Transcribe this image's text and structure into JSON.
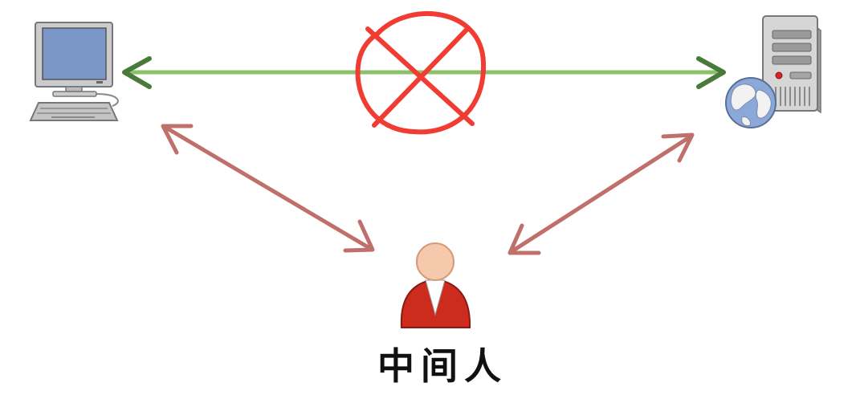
{
  "diagram": {
    "nodes": {
      "client": {
        "icon": "desktop-computer-icon"
      },
      "server": {
        "icon": "web-server-icon"
      },
      "attacker": {
        "icon": "person-icon",
        "label": "中间人"
      }
    },
    "connections": [
      {
        "from": "server",
        "to": "client",
        "style": "direct",
        "status": "blocked"
      },
      {
        "from": "client",
        "to": "attacker",
        "style": "bidirectional"
      },
      {
        "from": "attacker",
        "to": "server",
        "style": "bidirectional"
      }
    ],
    "colors": {
      "direct_line": "#8cc06a",
      "direct_arrowhead": "#4a7a3a",
      "mitm_arrows": "#c0706a",
      "blocked_mark": "#f03c32",
      "person_body": "#cc2b1d",
      "person_head": "#f7c9ac"
    }
  }
}
